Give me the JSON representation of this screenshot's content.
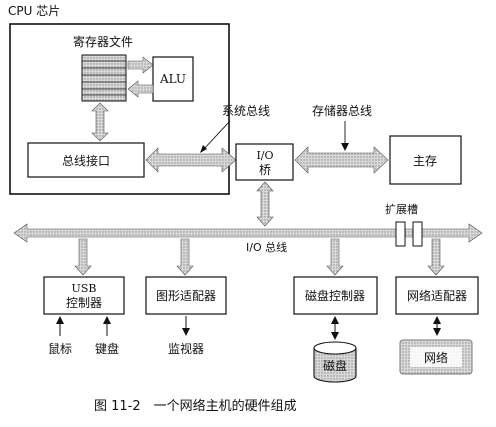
{
  "cpu": {
    "label": "CPU 芯片"
  },
  "register_file": {
    "label": "寄存器文件"
  },
  "alu": {
    "label": "ALU"
  },
  "bus_interface": {
    "label": "总线接口"
  },
  "system_bus": {
    "label": "系统总线"
  },
  "memory_bus": {
    "label": "存储器总线"
  },
  "io_bridge": {
    "line1": "I/O",
    "line2": "桥"
  },
  "main_memory": {
    "label": "主存"
  },
  "expansion_slots": {
    "label": "扩展槽"
  },
  "io_bus": {
    "label": "I/O 总线"
  },
  "usb_controller": {
    "line1": "USB",
    "line2": "控制器"
  },
  "graphics_adapter": {
    "label": "图形适配器"
  },
  "disk_controller": {
    "label": "磁盘控制器"
  },
  "network_adapter": {
    "label": "网络适配器"
  },
  "mouse": {
    "label": "鼠标"
  },
  "keyboard": {
    "label": "键盘"
  },
  "monitor": {
    "label": "监视器"
  },
  "disk": {
    "label": "磁盘"
  },
  "network": {
    "label": "网络"
  },
  "caption": {
    "label": "图 11-2　一个网络主机的硬件组成"
  }
}
